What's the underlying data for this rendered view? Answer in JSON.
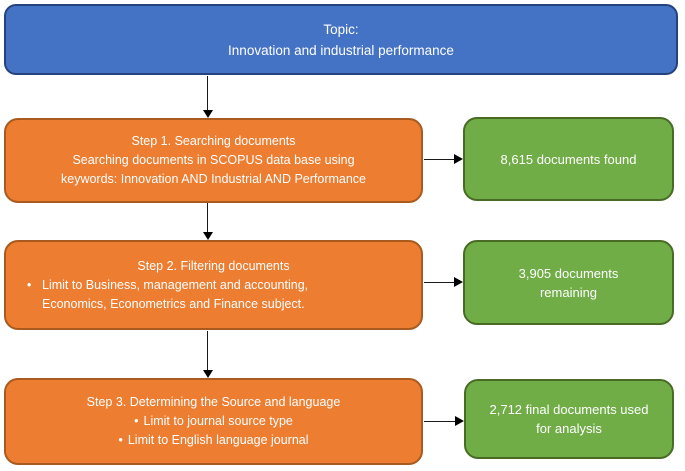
{
  "palette": {
    "topic_fill": "#4472C4",
    "topic_border": "#24437E",
    "step_fill": "#ED7D31",
    "step_border": "#A85A1F",
    "result_fill": "#70AD47",
    "result_border": "#4A6B25",
    "text_color": "#FFFFFF",
    "arrow_color": "#000000"
  },
  "glyphs": {
    "bullet": "•"
  },
  "topic": {
    "heading": "Topic:",
    "title": "Innovation and industrial performance"
  },
  "steps": [
    {
      "title": "Step 1. Searching documents",
      "lines": [
        "Searching documents in SCOPUS data base using",
        "keywords: Innovation AND Industrial AND Performance"
      ]
    },
    {
      "title": "Step 2. Filtering documents",
      "bullets": [
        "Limit to Business, management and accounting, Economics, Econometrics and Finance subject."
      ]
    },
    {
      "title": "Step 3. Determining the Source and language",
      "bullets": [
        "Limit to journal source type",
        "Limit to English language journal"
      ]
    }
  ],
  "results": [
    {
      "label": "8,615 documents found"
    },
    {
      "label": "3,905 documents remaining"
    },
    {
      "label": "2,712 final documents used for analysis"
    }
  ]
}
